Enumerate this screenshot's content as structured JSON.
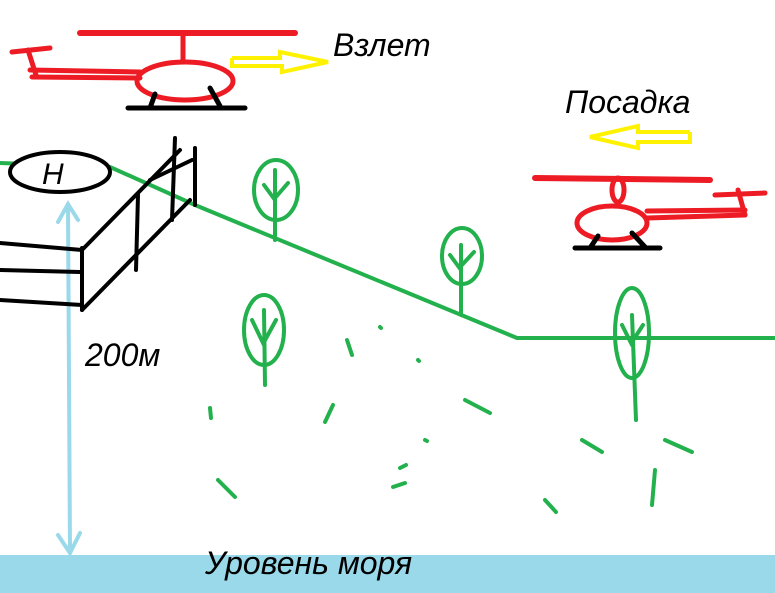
{
  "labels": {
    "takeoff": "Взлет",
    "landing": "Посадка",
    "height": "200м",
    "sea_level": "Уровень моря",
    "helipad": "H"
  },
  "colors": {
    "helicopter": "#ed1c24",
    "arrow": "#fff200",
    "ground": "#22b14c",
    "sea": "#99d9ea",
    "height_arrow": "#99d9ea",
    "structure": "#000000"
  }
}
